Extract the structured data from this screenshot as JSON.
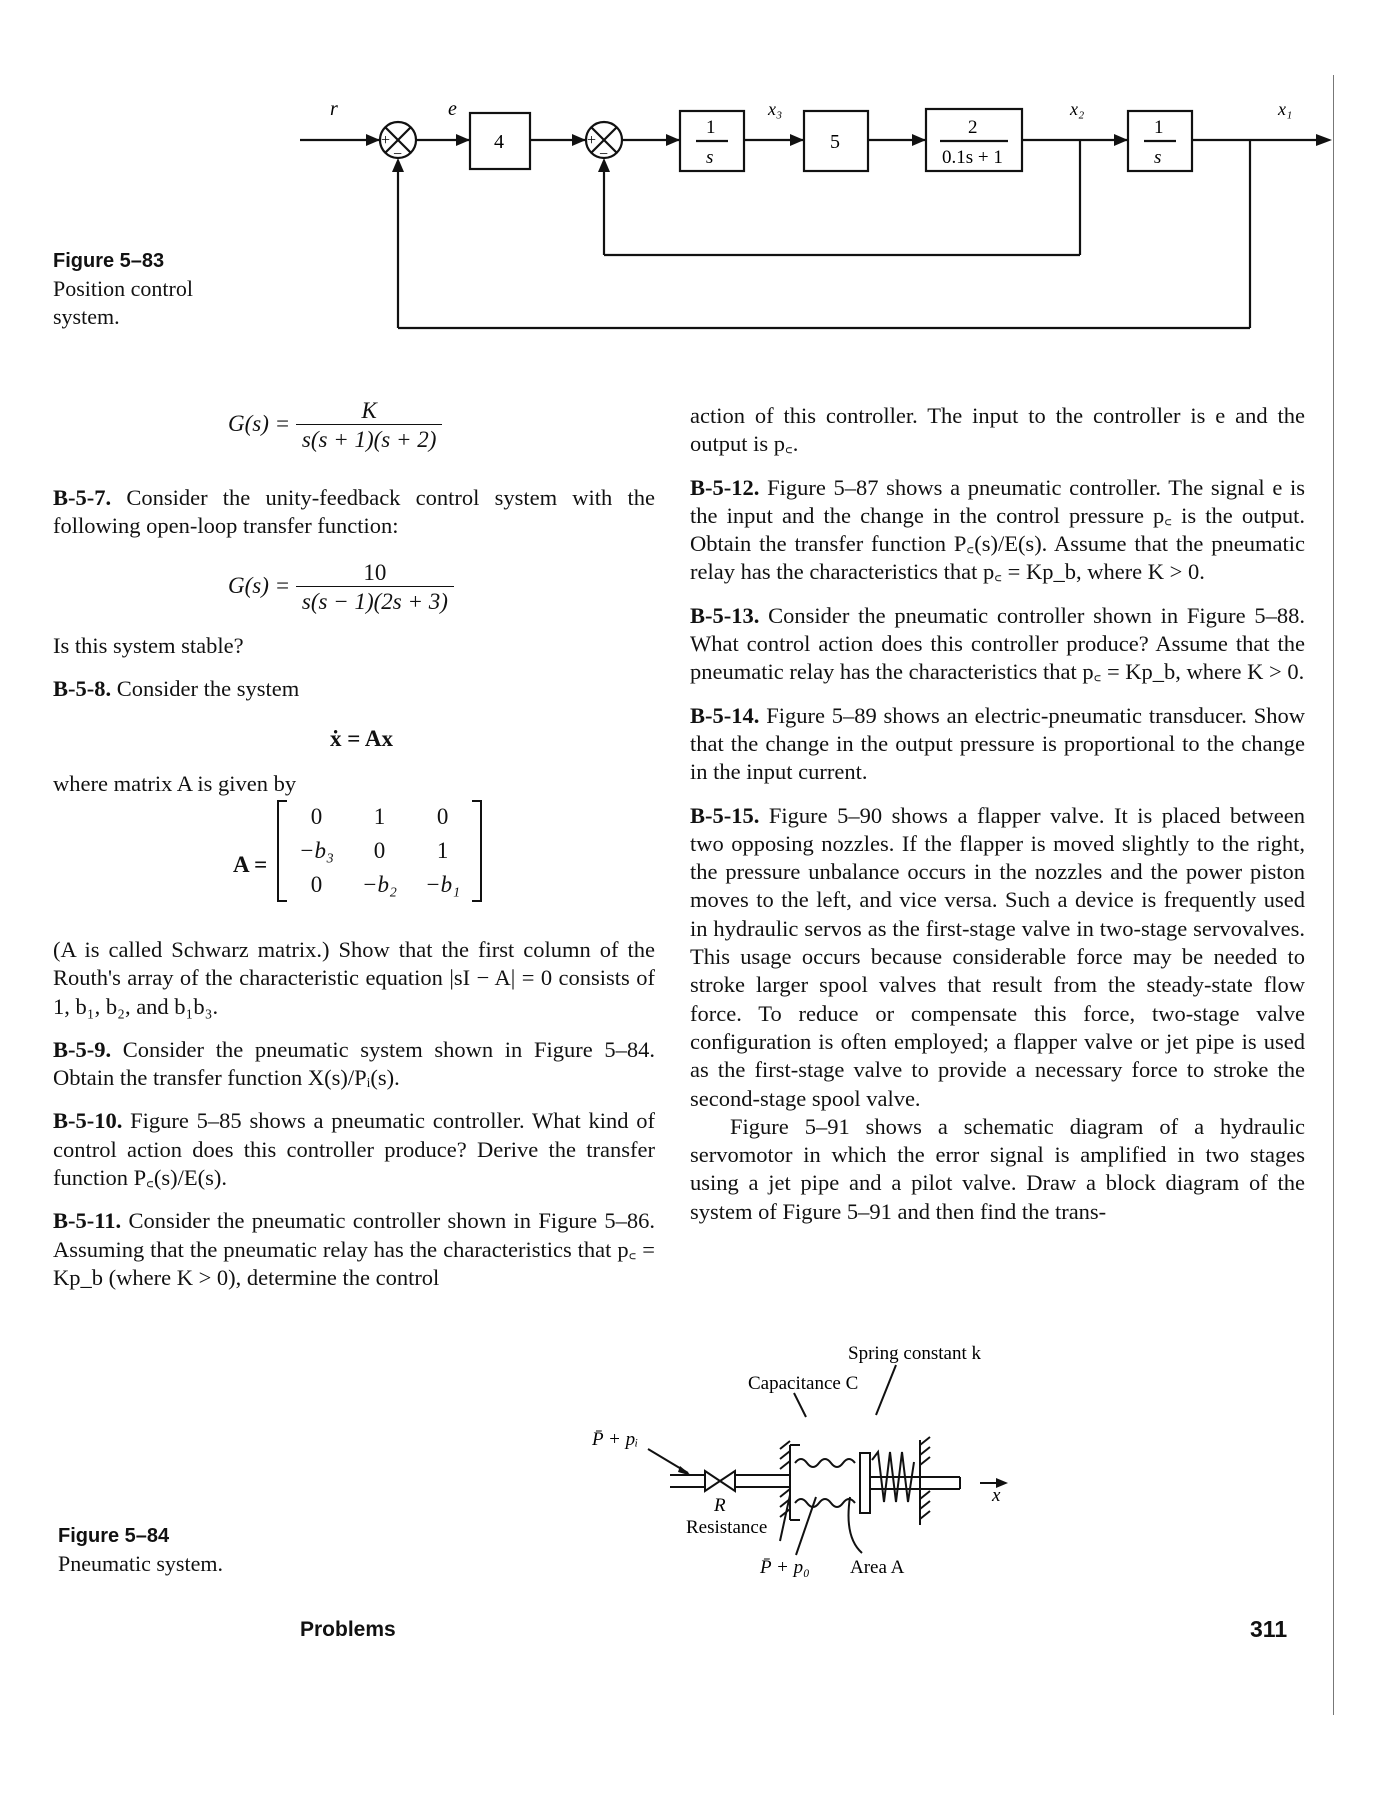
{
  "figure_83": {
    "label": "Figure 5–83",
    "text": "Position control system.",
    "signals": {
      "r": "r",
      "e": "e",
      "x3": "x₃",
      "x2": "x₂",
      "x1": "x₁"
    },
    "blocks": {
      "gain4": "4",
      "integ_num": "1",
      "integ_den": "s",
      "gain5": "5",
      "lag_num": "2",
      "lag_den": "0.1s + 1",
      "integ2_num": "1",
      "integ2_den": "s"
    },
    "signs": {
      "plus": "+",
      "minus": "−"
    }
  },
  "eq_gs1": {
    "lhs": "G(s) =",
    "num": "K",
    "den": "s(s + 1)(s + 2)"
  },
  "eq_gs2": {
    "lhs": "G(s) =",
    "num": "10",
    "den": "s(s − 1)(2s + 3)"
  },
  "eq_xdot": "ẋ = Ax",
  "matrix": {
    "lhs": "A =",
    "rows": [
      [
        "0",
        "1",
        "0"
      ],
      [
        "−b₃",
        "0",
        "1"
      ],
      [
        "0",
        "−b₂",
        "−b₁"
      ]
    ]
  },
  "left_col": {
    "b57_id": "B-5-7.",
    "b57_text": "Consider the unity-feedback control system with the following open-loop transfer function:",
    "b57_q": "Is this system stable?",
    "b58_id": "B-5-8.",
    "b58_text": "Consider the system",
    "b58_where": "where matrix A is given by",
    "b58_after": "(A is called Schwarz matrix.) Show that the first column of the Routh's array of the characteristic equation |sI − A| = 0 consists of 1, b₁, b₂, and b₁b₃.",
    "b59_id": "B-5-9.",
    "b59_text": "Consider the pneumatic system shown in Figure 5–84. Obtain the transfer function X(s)/Pᵢ(s).",
    "b510_id": "B-5-10.",
    "b510_text": "Figure 5–85 shows a pneumatic controller. What kind of control action does this controller produce? Derive the transfer function P꜀(s)/E(s).",
    "b511_id": "B-5-11.",
    "b511_text": "Consider the pneumatic controller shown in Figure 5–86. Assuming that the pneumatic relay has the characteristics that p꜀ = Kp_b (where K > 0), determine the control"
  },
  "right_col": {
    "cont": "action of this controller. The input to the controller is e and the output is p꜀.",
    "b512_id": "B-5-12.",
    "b512_text": "Figure 5–87 shows a pneumatic controller. The signal e is the input and the change in the control pressure p꜀ is the output. Obtain the transfer function P꜀(s)/E(s). Assume that the pneumatic relay has the characteristics that p꜀ = Kp_b, where K > 0.",
    "b513_id": "B-5-13.",
    "b513_text": "Consider the pneumatic controller shown in Figure 5–88. What control action does this controller produce? Assume that the pneumatic relay has the characteristics that p꜀ = Kp_b, where K > 0.",
    "b514_id": "B-5-14.",
    "b514_text": "Figure 5–89 shows an electric-pneumatic transducer. Show that the change in the output pressure is proportional to the change in the input current.",
    "b515_id": "B-5-15.",
    "b515_text": "Figure 5–90 shows a flapper valve. It is placed between two opposing nozzles. If the flapper is moved slightly to the right, the pressure unbalance occurs in the nozzles and the power piston moves to the left, and vice versa. Such a device is frequently used in hydraulic servos as the first-stage valve in two-stage servovalves. This usage occurs because considerable force may be needed to stroke larger spool valves that result from the steady-state flow force. To reduce or compensate this force, two-stage valve configuration is often employed; a flapper valve or jet pipe is used as the first-stage valve to provide a necessary force to stroke the second-stage spool valve.",
    "b515_text2": "Figure 5–91 shows a schematic diagram of a hydraulic servomotor in which the error signal is amplified in two stages using a jet pipe and a pilot valve. Draw a block diagram of the system of Figure 5–91 and then find the trans-"
  },
  "figure_84": {
    "label": "Figure 5–84",
    "text": "Pneumatic system.",
    "spring": "Spring constant k",
    "capacitance": "Capacitance C",
    "p_in": "P̄ + pᵢ",
    "r": "R",
    "resistance": "Resistance",
    "p_out": "P̄ + p₀",
    "area": "Area A",
    "x": "x"
  },
  "footer": {
    "section": "Problems",
    "page": "311"
  }
}
